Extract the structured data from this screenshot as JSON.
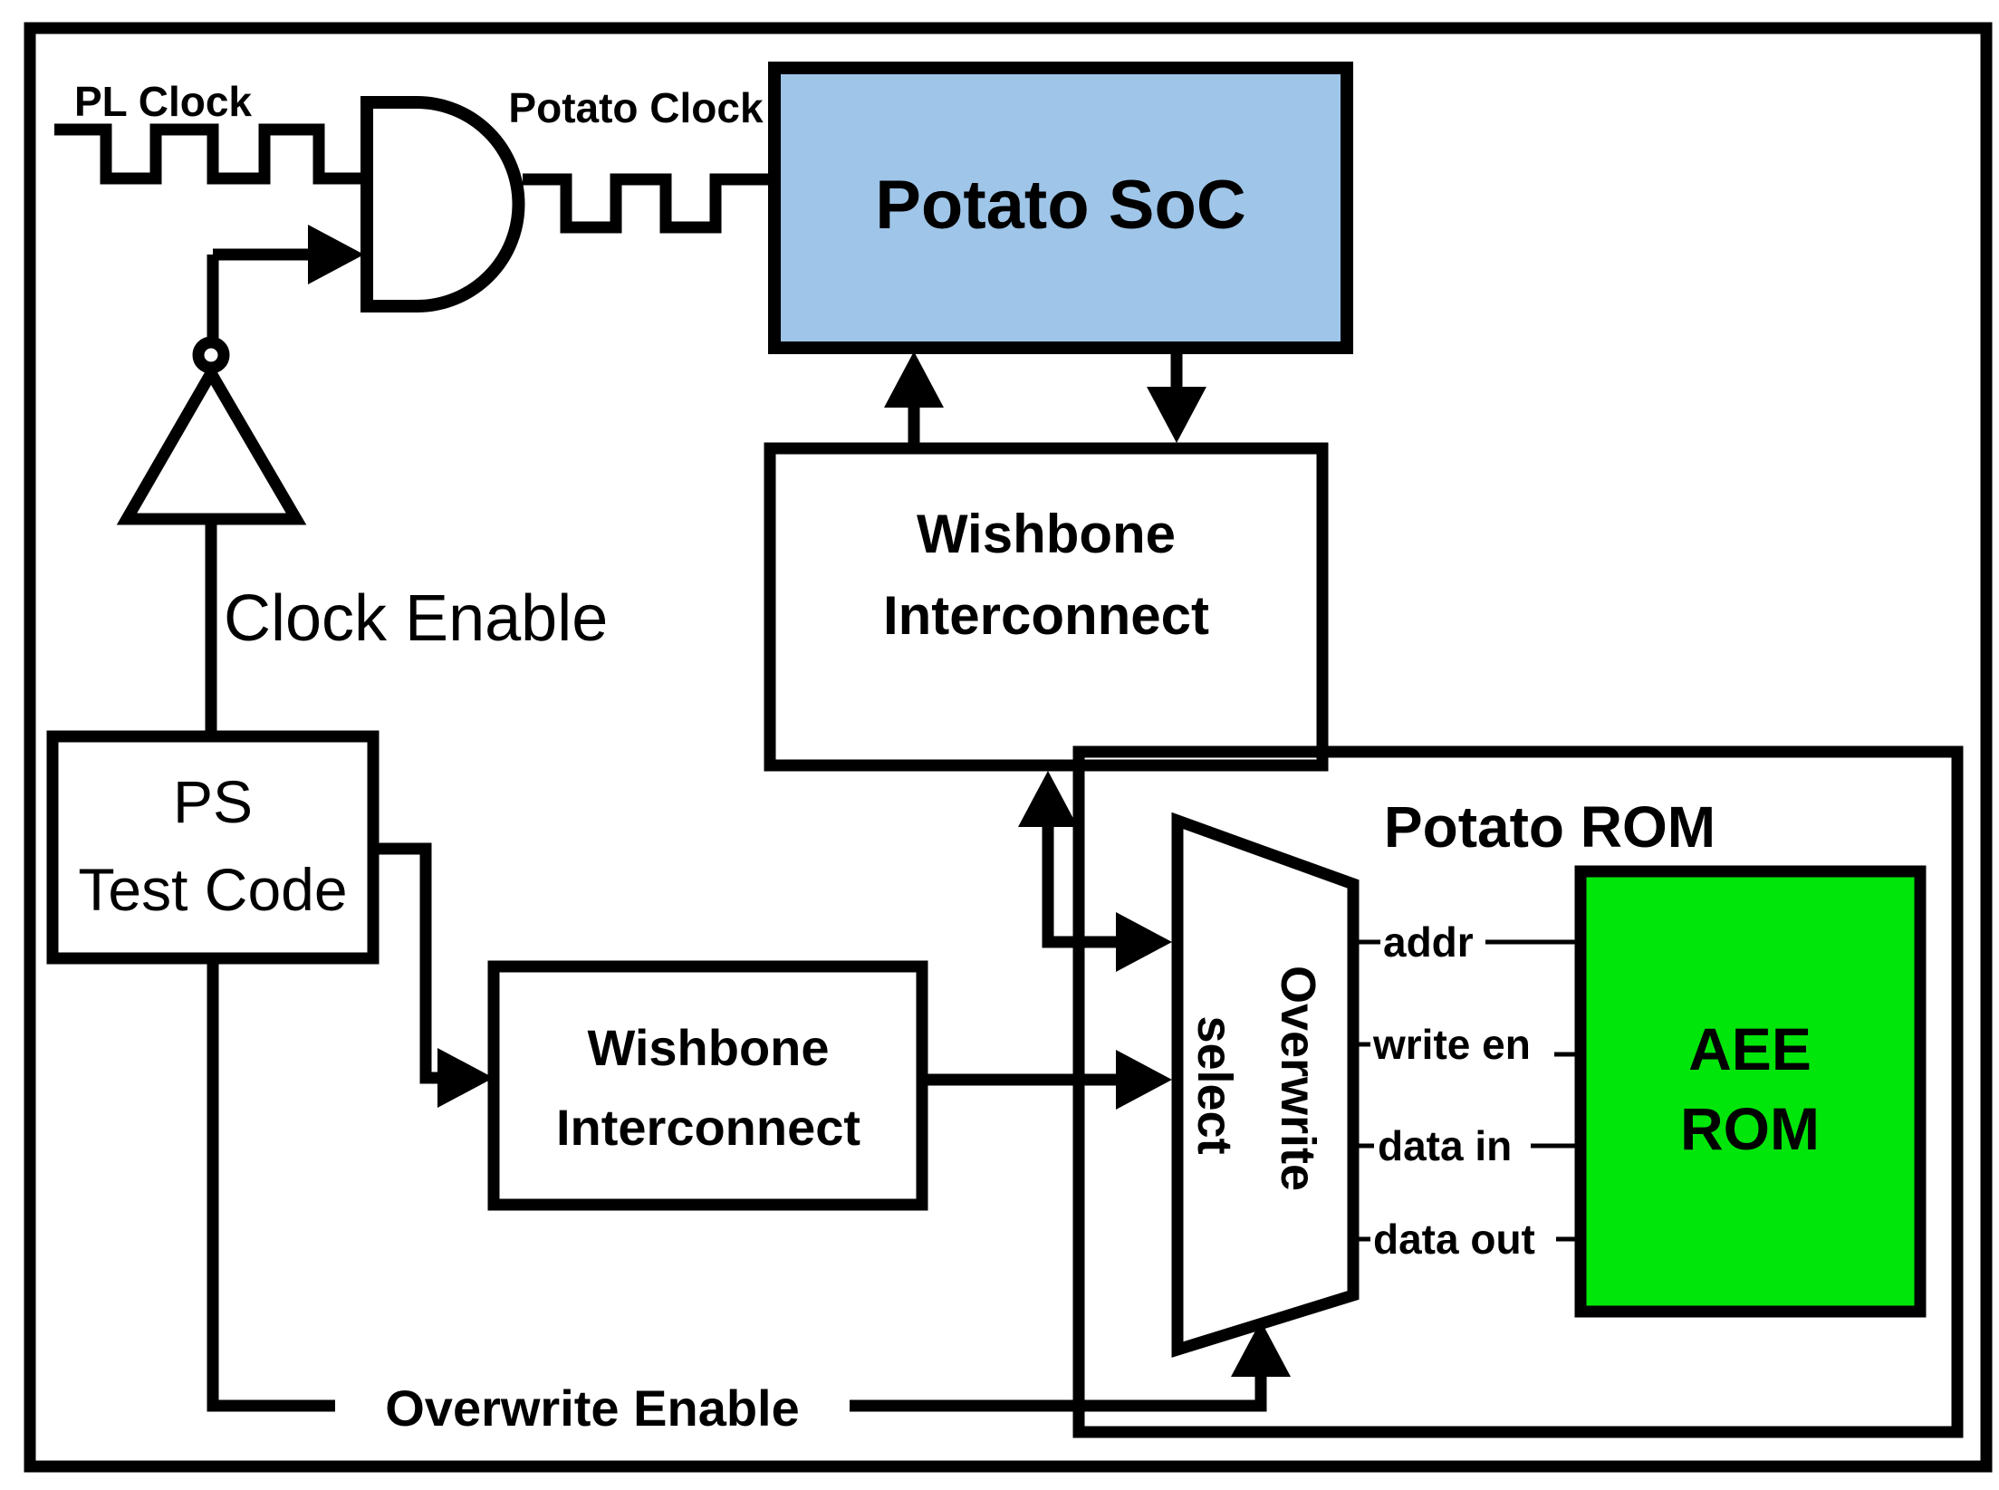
{
  "colors": {
    "line": "#000000",
    "soc_fill": "#9fc5e8",
    "rom_fill": "#00e60a",
    "background": "#ffffff"
  },
  "labels": {
    "pl_clock": "PL Clock",
    "potato_clock": "Potato Clock",
    "clock_enable": "Clock Enable",
    "overwrite_enable": "Overwrite Enable"
  },
  "blocks": {
    "potato_soc": {
      "label": "Potato SoC",
      "fill": "#9fc5e8"
    },
    "wishbone_top": {
      "line1": "Wishbone",
      "line2": "Interconnect"
    },
    "wishbone_bottom": {
      "line1": "Wishbone",
      "line2": "Interconnect"
    },
    "ps_test_code": {
      "line1": "PS",
      "line2": "Test Code"
    },
    "potato_rom": {
      "label": "Potato ROM"
    },
    "overwrite_select": {
      "line1": "Overwrite",
      "line2": "select"
    },
    "aee_rom": {
      "line1": "AEE",
      "line2": "ROM",
      "fill": "#00e60a"
    }
  },
  "ports": [
    "addr",
    "write en",
    "data in",
    "data out"
  ]
}
